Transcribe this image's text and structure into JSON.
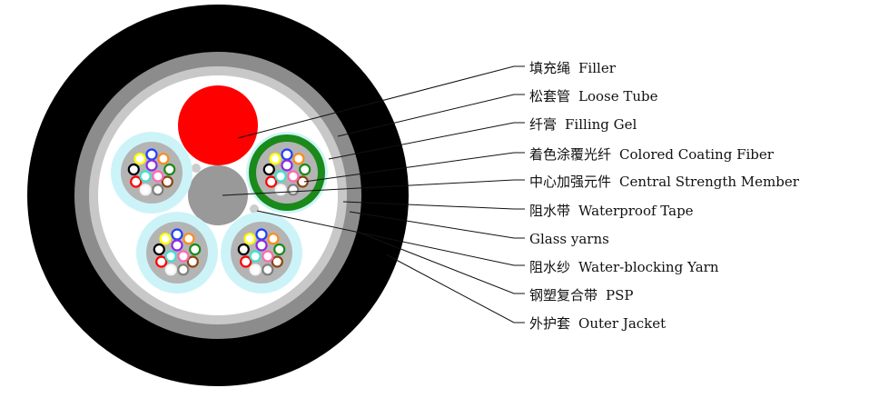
{
  "labels": [
    {
      "cn": "填充绳",
      "en": "Filler"
    },
    {
      "cn": "松套管",
      "en": "Loose Tube"
    },
    {
      "cn": "纤膏",
      "en": "Filling Gel"
    },
    {
      "cn": "着色涂覆光纤",
      "en": "Colored Coating Fiber"
    },
    {
      "cn": "中心加强元件",
      "en": "Central Strength Member"
    },
    {
      "cn": "阻水带",
      "en": "Waterproof Tape"
    },
    {
      "cn": "",
      "en": "Glass yarns"
    },
    {
      "cn": "阻水纱",
      "en": "Water-blocking Yarn"
    },
    {
      "cn": "钢塑复合带",
      "en": "PSP"
    },
    {
      "cn": "外护套",
      "en": "Outer Jacket"
    }
  ],
  "colors": {
    "outer_jacket": "#000000",
    "psp": "#8c8c8c",
    "tape": "#c8c8c8",
    "inner": "#ffffff",
    "filler": "#ff0000",
    "green_tube": "#1a8a1a",
    "tube_halo": "#ccf4f8",
    "tube_core": "#b4b4b4",
    "csm": "#999999"
  },
  "fiber_colors": [
    "#1f3fff",
    "#ff8c1a",
    "#1a8a1a",
    "#8b4513",
    "#808080",
    "#f2f2f2",
    "#ff0000",
    "#000000",
    "#ffff00",
    "#8a2be2",
    "#ff69b4",
    "#40e0d0"
  ]
}
